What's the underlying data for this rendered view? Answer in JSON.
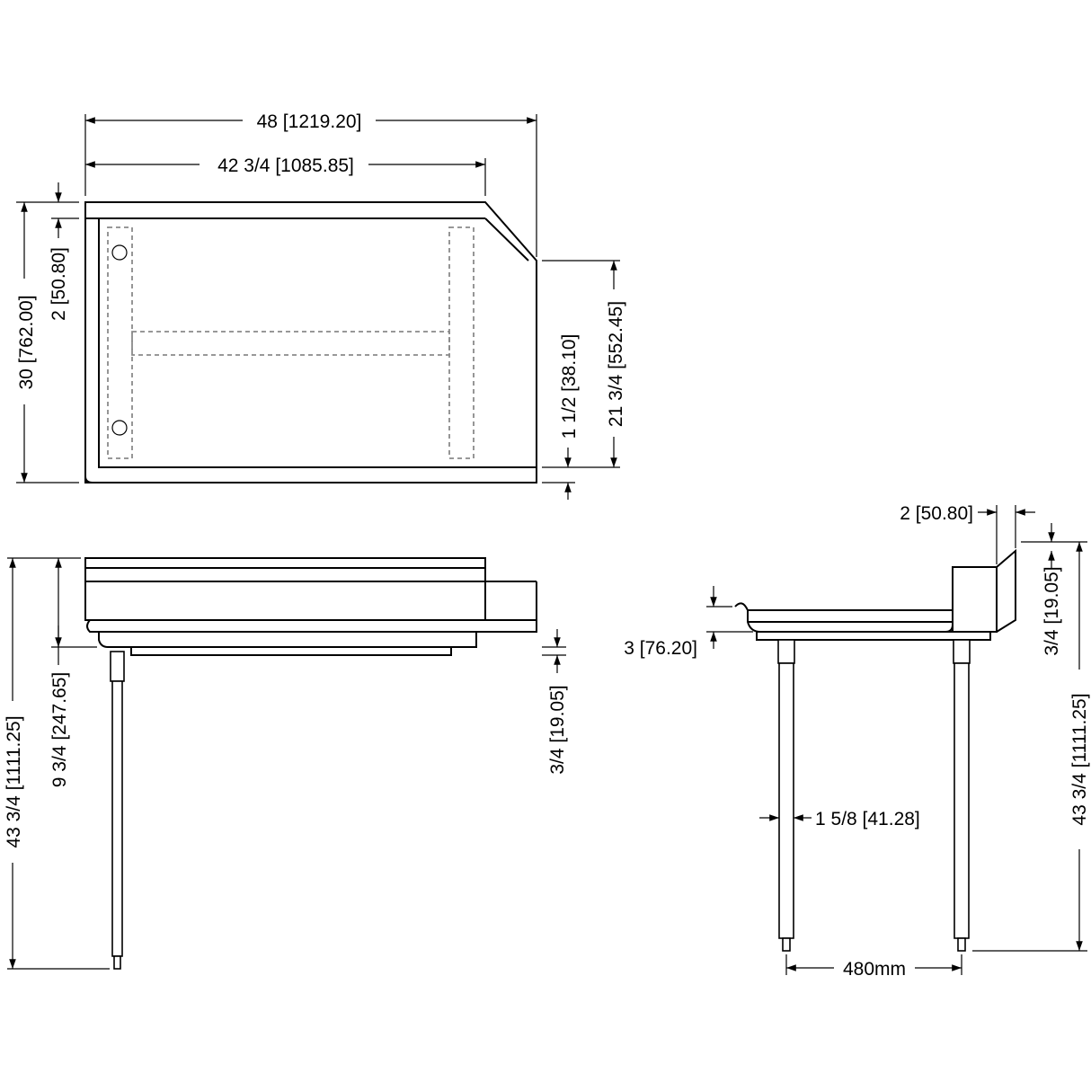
{
  "dimensions": {
    "width_overall": "48 [1219.20]",
    "width_top": "42 3/4 [1085.85]",
    "depth_overall": "30 [762.00]",
    "backsplash_depth": "2 [50.80]",
    "front_depth": "21 3/4 [552.45]",
    "front_lip": "1 1/2 [38.10]",
    "height_overall_left": "43 3/4 [1111.25]",
    "height_undershelf": "9 3/4 [247.65]",
    "lip_left": "3/4 [19.05]",
    "splash_thickness": "2 [50.80]",
    "trough_depth": "3 [76.20]",
    "lip_right": "3/4 [19.05]",
    "height_overall_right": "43 3/4 [1111.25]",
    "leg_diameter": "1 5/8 [41.28]",
    "leg_spacing": "480mm"
  },
  "colors": {
    "line": "#000000",
    "hidden_line": "#8a8a8a",
    "background": "#ffffff"
  }
}
